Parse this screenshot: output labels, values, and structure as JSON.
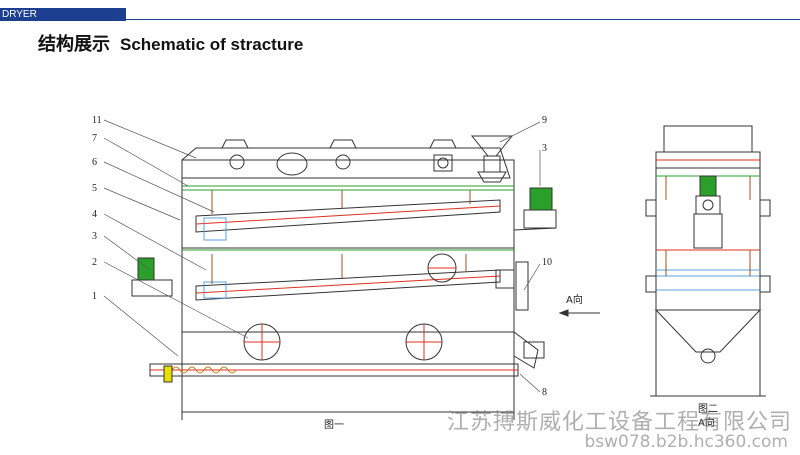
{
  "header": {
    "tag": "DRYER"
  },
  "title": {
    "zh": "结构展示",
    "en": "Schematic of stracture"
  },
  "callouts": [
    "1",
    "2",
    "3",
    "4",
    "5",
    "6",
    "7",
    "8",
    "9",
    "3",
    "10",
    "11"
  ],
  "direction_label": "A向",
  "captions": {
    "figure1": "图一",
    "figure2": "图二",
    "view_a": "A向"
  },
  "watermark": {
    "company": "江苏搏斯威化工设备工程有限公司",
    "site": "bsw078.b2b.hc360.com"
  },
  "colors": {
    "header": "#1d3f8f",
    "line": "#333333",
    "red": "#e03020",
    "green": "#2aa02a",
    "blue": "#5aa0e0"
  }
}
